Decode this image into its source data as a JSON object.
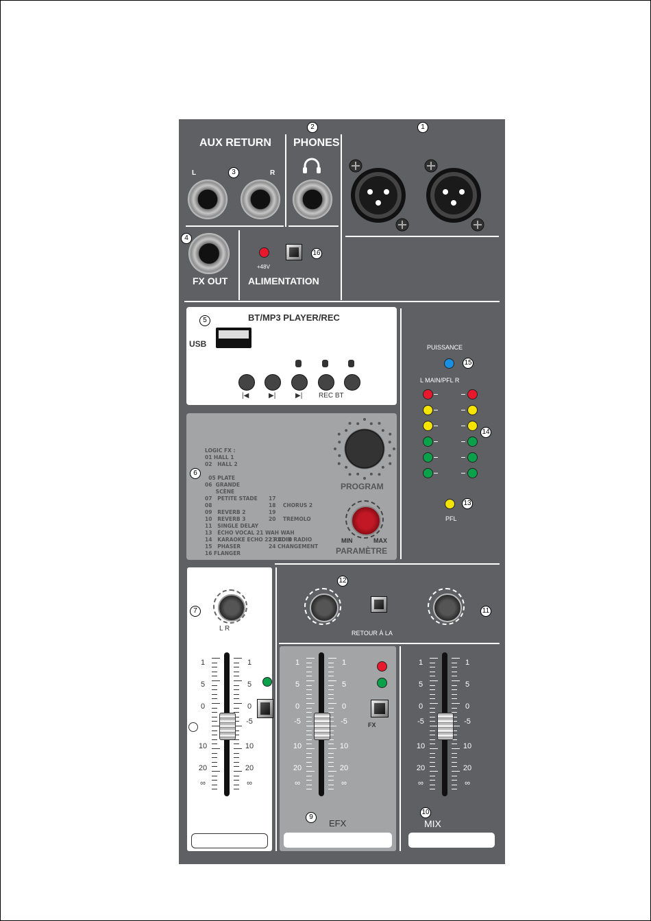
{
  "labels": {
    "aux_return": "AUX RETURN",
    "phones": "PHONES",
    "aux_l": "L",
    "aux_r": "R",
    "fx_out": "FX OUT",
    "plus48": "+48V",
    "alimentation": "ALIMENTATION",
    "bt_title": "BT/MP3 PLAYER/REC",
    "usb": "USB",
    "rec_bt": "REC BT",
    "puissance": "PUISSANCE",
    "l_main_pfl_r": "L MAIN/PFL R",
    "pfl": "PFL",
    "program": "PROGRAM",
    "min": "MIN",
    "max": "MAX",
    "parametre": "PARAMÈTRE",
    "lr": "L R",
    "retour": "RETOUR À LA",
    "fx": "FX",
    "efx": "EFX",
    "mix": "MIX",
    "prev": "|◀",
    "play": "▶|",
    "next": "▶|"
  },
  "numbers": {
    "n1": "1",
    "n2": "2",
    "n3": "3",
    "n4": "4",
    "n5": "5",
    "n6": "6",
    "n7": "7",
    "n9": "9",
    "n10": "10",
    "n11": "11",
    "n12": "12",
    "n13": "13",
    "n14": "14",
    "n15": "15",
    "n16": "16"
  },
  "fx_list": {
    "title": "LOGIC FX :",
    "lines": [
      "01 HALL 1",
      "02   HALL 2",
      "",
      "  05 PLATE",
      "06  GRANDE",
      "      SCÈNE",
      "07   PETITE STADE",
      "08",
      "09   REVERB 2",
      "10   REVERB 3",
      "11   SINGLE DELAY",
      "13   ÉCHO VOCAL 21 WAH WAH",
      "14   KARAOKE ECHO 22 RADIO",
      "15   PHASER",
      "16 FLANGER"
    ],
    "right": [
      "17",
      "18    CHORUS 2",
      "19",
      "20    TREMOLO",
      "",
      "",
      "23 VOIX RADIO",
      "24 CHANGEMENT"
    ]
  },
  "fader_scale": {
    "left": [
      "1",
      "5",
      "0",
      "-5",
      "10",
      "20",
      "∞"
    ],
    "right": [
      "1",
      "5",
      "0",
      "-5",
      "10",
      "20",
      "∞"
    ],
    "left_ch": [
      "1",
      "5",
      "0",
      "",
      "10",
      "20",
      "∞"
    ],
    "right_ch": [
      "1",
      "5",
      "0",
      "-5",
      "10",
      "20",
      "∞"
    ]
  },
  "colors": {
    "panel": "#5f6063",
    "led_red": "#e8192c",
    "led_yellow": "#f5e400",
    "led_green": "#0aa14a",
    "led_blue": "#1a8fe0",
    "knob_red": "#a10e1a"
  }
}
